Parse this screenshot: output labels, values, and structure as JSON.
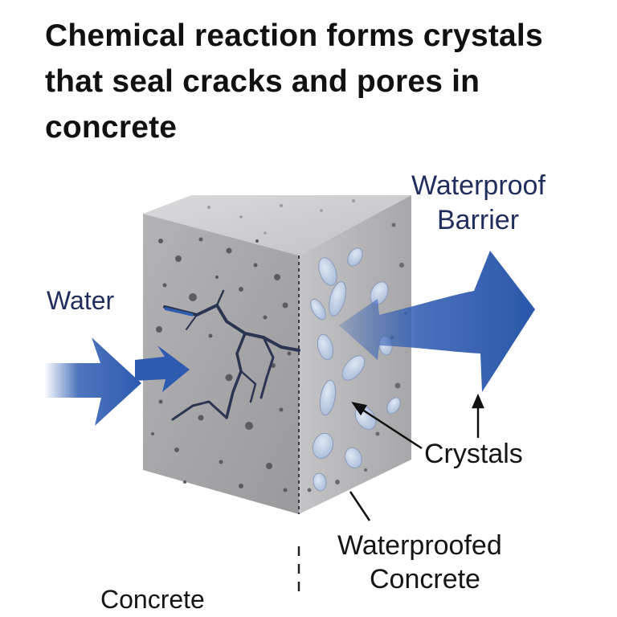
{
  "title": "Chemical reaction forms crystals that seal cracks and pores in concrete",
  "labels": {
    "water": "Water",
    "waterproof_barrier_line1": "Waterproof",
    "waterproof_barrier_line2": "Barrier",
    "crystals": "Crystals",
    "waterproofed_concrete_line1": "Waterproofed",
    "waterproofed_concrete_line2": "Concrete",
    "concrete": "Concrete"
  },
  "colors": {
    "arrow_blue": "#2f5db2",
    "label_navy": "#1f2e5c",
    "concrete_front": "#a9a9ab",
    "concrete_top": "#cdcdcf",
    "concrete_side": "#b7b7b9",
    "crack": "#2a3550",
    "crystal": "#b9c8e0"
  }
}
